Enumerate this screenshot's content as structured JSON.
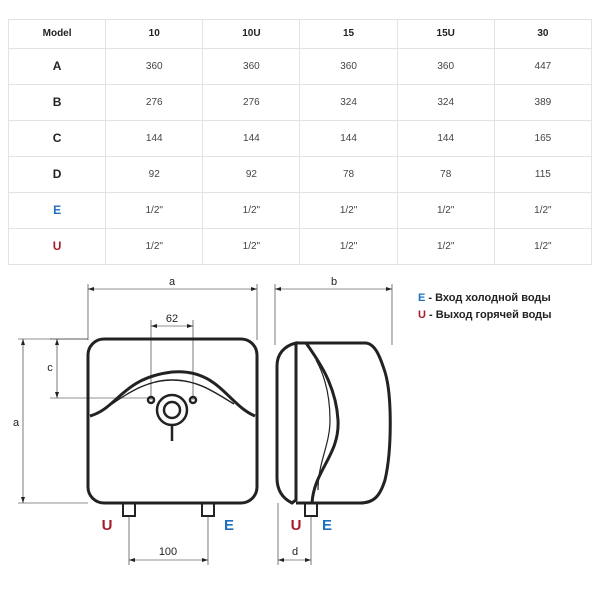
{
  "table": {
    "header": [
      "Model",
      "10",
      "10U",
      "15",
      "15U",
      "30"
    ],
    "rows": [
      {
        "label": "A",
        "values": [
          "360",
          "360",
          "360",
          "360",
          "447"
        ]
      },
      {
        "label": "B",
        "values": [
          "276",
          "276",
          "324",
          "324",
          "389"
        ]
      },
      {
        "label": "C",
        "values": [
          "144",
          "144",
          "144",
          "144",
          "165"
        ]
      },
      {
        "label": "D",
        "values": [
          "92",
          "92",
          "78",
          "78",
          "115"
        ]
      },
      {
        "label": "E",
        "values": [
          "1/2\"",
          "1/2\"",
          "1/2\"",
          "1/2\"",
          "1/2\""
        ]
      },
      {
        "label": "U",
        "values": [
          "1/2\"",
          "1/2\"",
          "1/2\"",
          "1/2\"",
          "1/2\""
        ]
      }
    ]
  },
  "drawing": {
    "dim_a_top": "a",
    "dim_a_side": "a",
    "dim_c": "c",
    "dim_62": "62",
    "dim_100": "100",
    "dim_b": "b",
    "dim_d": "d",
    "port_u_front": "U",
    "port_e_front": "E",
    "port_u_side": "U",
    "port_e_side": "E"
  },
  "legend": {
    "e_letter": "E",
    "e_text": " - Вход холодной воды",
    "u_letter": "U",
    "u_text": " - Выход горячей воды"
  },
  "colors": {
    "cold_water": "#1f6fc1",
    "hot_water": "#a31c2a"
  }
}
